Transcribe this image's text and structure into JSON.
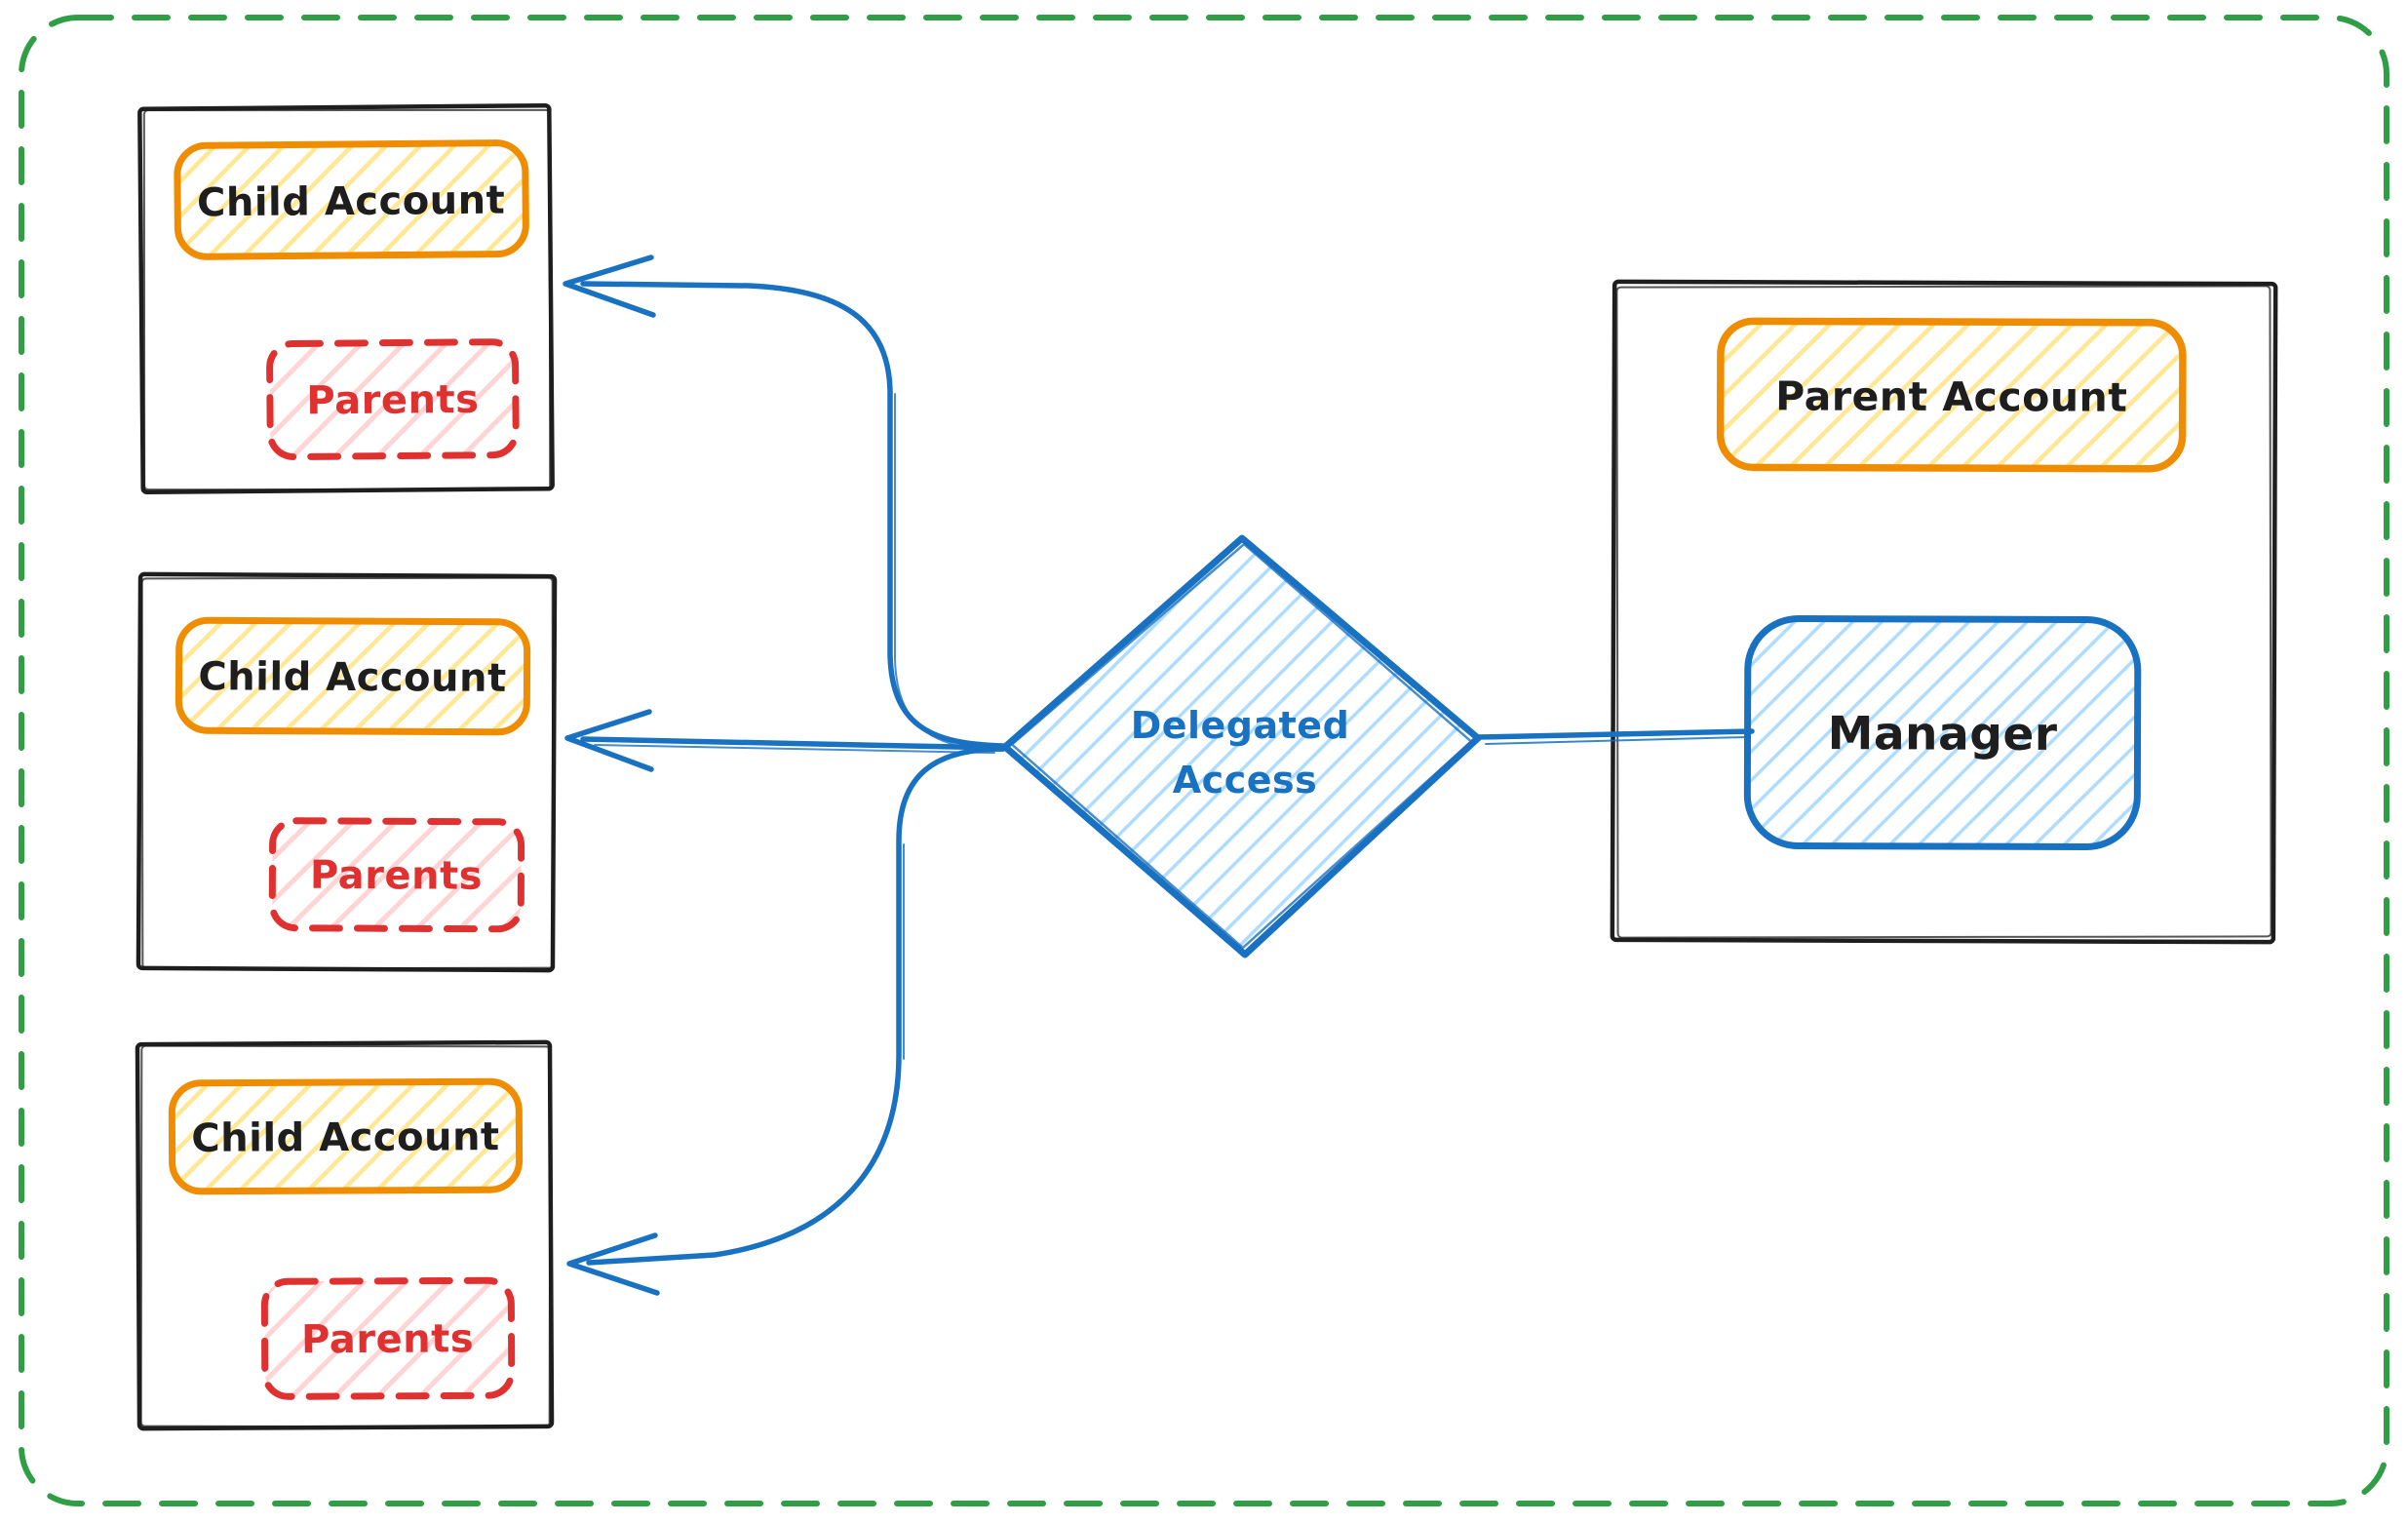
{
  "diagram": {
    "frame": {
      "border_color": "#2f9e44",
      "style": "dashed-rounded"
    },
    "child_accounts": [
      {
        "label": "Child Account",
        "inner_label": "Parents"
      },
      {
        "label": "Child Account",
        "inner_label": "Parents"
      },
      {
        "label": "Child Account",
        "inner_label": "Parents"
      }
    ],
    "parent_account": {
      "label": "Parent Account",
      "manager_label": "Manager"
    },
    "decision": {
      "label_line1": "Delegated",
      "label_line2": "Access"
    },
    "colors": {
      "frame_green": "#2f9e44",
      "orange_stroke": "#f08c00",
      "yellow_hatch": "#ffd43b",
      "red_stroke": "#e03131",
      "pink_hatch": "#ffc9c9",
      "blue_stroke": "#1971c2",
      "light_blue_hatch": "#a5d8ff",
      "ink": "#1e1e1e",
      "background": "#ffffff"
    }
  }
}
